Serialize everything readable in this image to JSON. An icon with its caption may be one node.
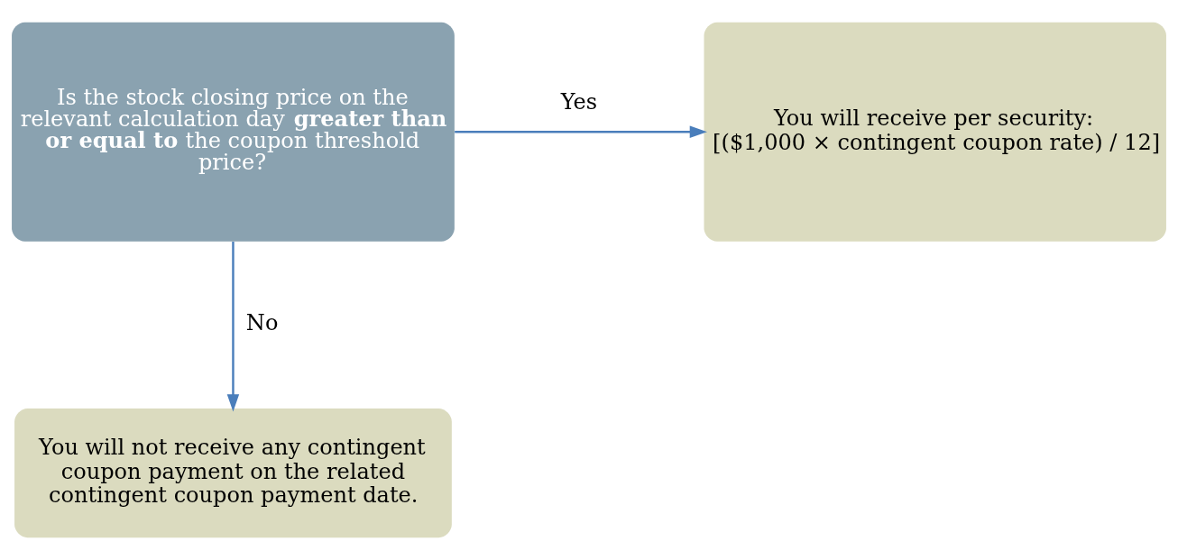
{
  "diagram": {
    "nodes": [
      {
        "text": [
          "Is the stock closing price on the relevant calculation day **greater than or equal to** the coupon threshold price?"
        ]
      },
      {
        "text": [
          "You will receive per security:",
          "[($1,000 × contingent coupon rate) / 12]"
        ]
      },
      {
        "text": [
          "You will not receive any contingent coupon payment on the related contingent coupon payment date."
        ]
      }
    ],
    "edges": [
      {
        "from": 0,
        "to": 1,
        "arrow": "to",
        "label": "Yes"
      },
      {
        "from": 0,
        "to": 2,
        "arrow": "to",
        "label": "No"
      }
    ]
  }
}
